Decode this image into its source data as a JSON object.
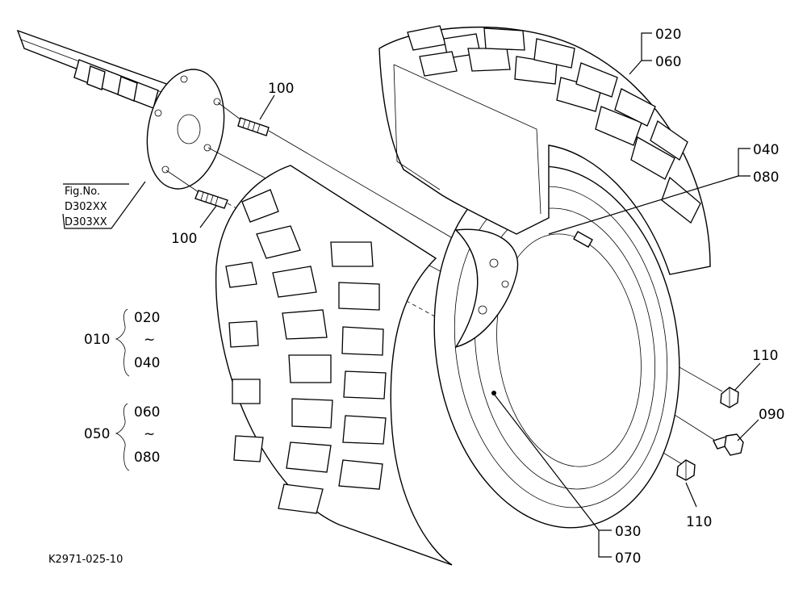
{
  "labels": {
    "p020_top": "020",
    "p060_top": "060",
    "p040": "040",
    "p080": "080",
    "p100_top": "100",
    "p100_bottom": "100",
    "fig_no": "Fig.No.",
    "fig_ref1": "D302XX",
    "fig_ref2": "D303XX",
    "g010": "010",
    "g010_a": "020",
    "g010_tilde": "~",
    "g010_b": "040",
    "g050": "050",
    "g050_a": "060",
    "g050_tilde": "~",
    "g050_b": "080",
    "p110_upper": "110",
    "p090": "090",
    "p110_lower": "110",
    "p030": "030",
    "p070": "070",
    "drawing_code": "K2971-025-10"
  }
}
